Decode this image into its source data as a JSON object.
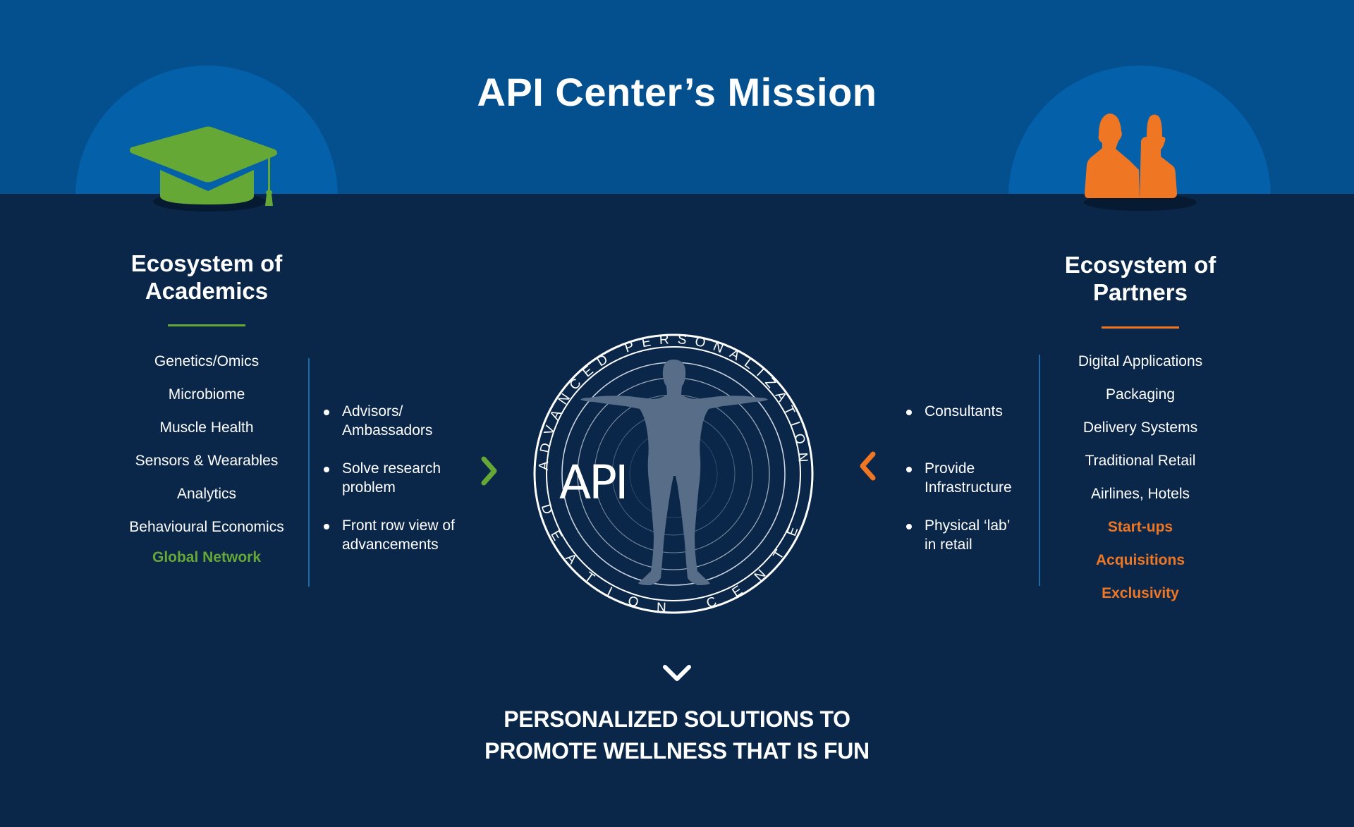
{
  "header": {
    "title": "API Center’s Mission",
    "background_color": "#04508f",
    "arch_color": "#0460a8"
  },
  "colors": {
    "body_background": "#0a274a",
    "academics_accent": "#65a835",
    "partners_accent": "#ef7622",
    "figure": "#586d87",
    "divider": "#1a6aa8"
  },
  "academics": {
    "icon": "graduation-cap-icon",
    "heading_line1": "Ecosystem of",
    "heading_line2": "Academics",
    "items": [
      "Genetics/Omics",
      "Microbiome",
      "Muscle Health",
      "Sensors & Wearables",
      "Analytics",
      "Behavioural Economics"
    ],
    "highlight_items": [
      "Global Network"
    ],
    "bullets": [
      {
        "line1": "Advisors/",
        "line2": "Ambassadors"
      },
      {
        "line1": "Solve research",
        "line2": "problem"
      },
      {
        "line1": "Front row view of",
        "line2": "advancements"
      }
    ],
    "arrow_icon": "chevron-right-icon"
  },
  "partners": {
    "icon": "people-icon",
    "heading_line1": "Ecosystem of",
    "heading_line2": "Partners",
    "items": [
      "Digital Applications",
      "Packaging",
      "Delivery Systems",
      "Traditional Retail",
      "Airlines, Hotels"
    ],
    "highlight_items": [
      "Start-ups",
      "Acquisitions",
      "Exclusivity"
    ],
    "bullets": [
      {
        "line1": "Consultants",
        "line2": ""
      },
      {
        "line1": "Provide",
        "line2": "Infrastructure"
      },
      {
        "line1": "Physical ‘lab’",
        "line2": "in retail"
      }
    ],
    "arrow_icon": "chevron-left-icon"
  },
  "logo": {
    "abbreviation": "API",
    "arc_top_text": "ADVANCED PERSONALIZATION",
    "arc_bottom_text": "IDEATION CENTER",
    "figure_icon": "human-figure-icon"
  },
  "footer": {
    "arrow_icon": "chevron-down-icon",
    "tagline_line1": "PERSONALIZED SOLUTIONS TO",
    "tagline_line2": "PROMOTE WELLNESS THAT IS FUN"
  }
}
